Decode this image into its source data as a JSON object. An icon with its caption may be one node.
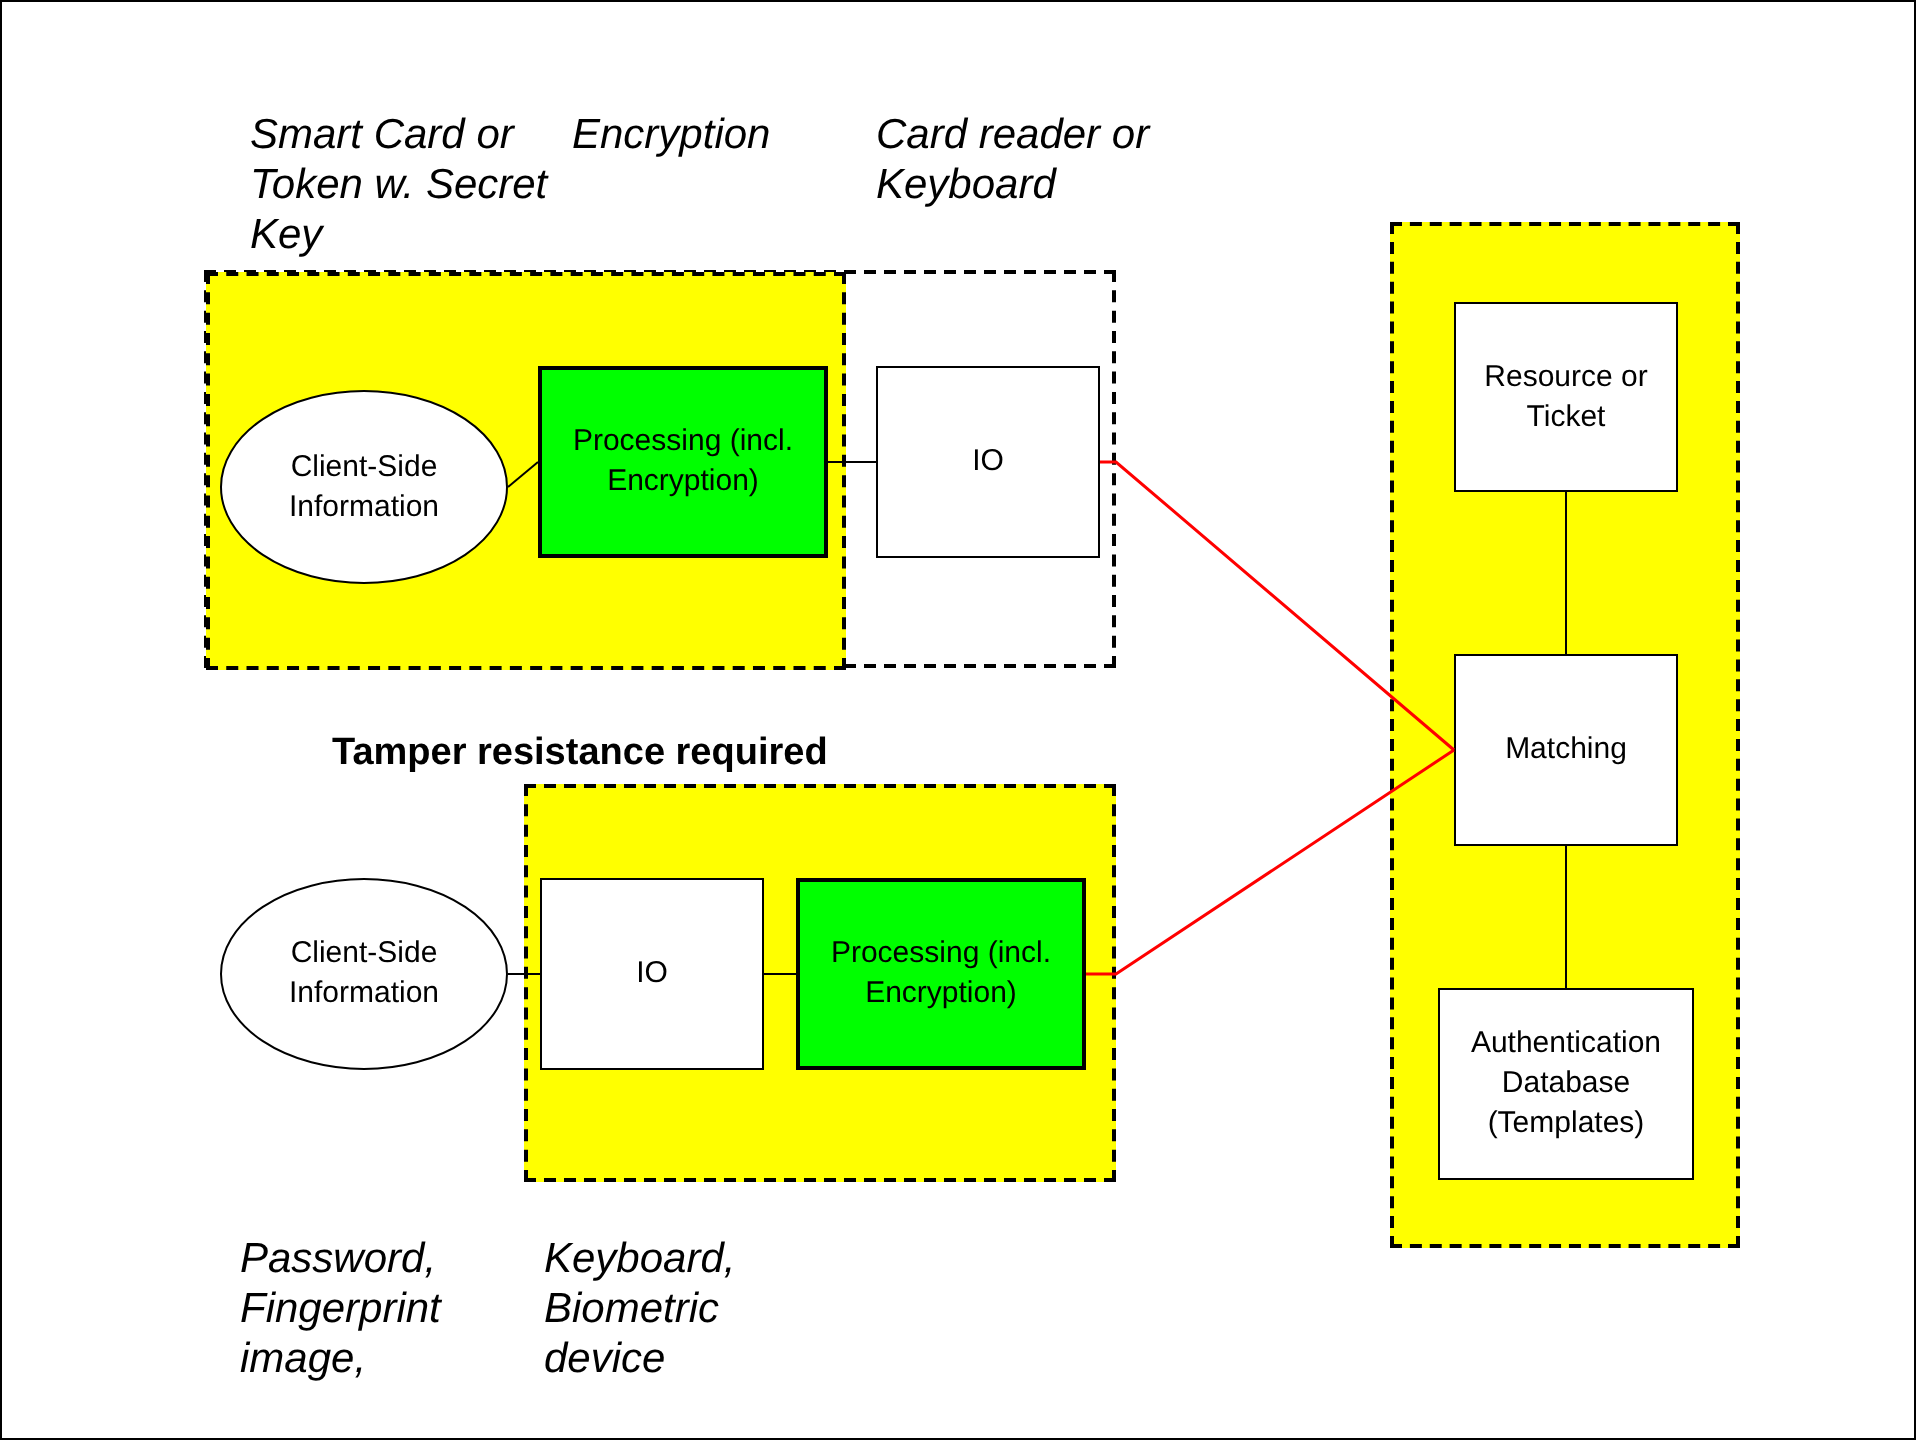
{
  "diagram": {
    "nodes": [
      {
        "text": [],
        "shape": "box"
      },
      {
        "text": [],
        "shape": "box",
        "in": 0
      },
      {
        "text": [
          "Client-Side Information"
        ],
        "in": 1
      },
      {
        "text": [
          "Processing (incl. Encryption)"
        ],
        "in": 1
      },
      {
        "text": [
          "IO"
        ],
        "in": 0
      },
      {
        "text": [
          "Client-Side Information"
        ]
      },
      {
        "text": [
          "Tamper resistance required"
        ]
      },
      {
        "text": [
          "IO"
        ],
        "in": 6
      },
      {
        "text": [
          "Processing (incl. Encryption)"
        ],
        "in": 6
      },
      {
        "text": [],
        "shape": "box"
      },
      {
        "text": [
          "Resource or Ticket"
        ],
        "in": 9
      },
      {
        "text": [
          "Matching"
        ],
        "in": 9
      },
      {
        "text": [
          "Authentication Database (Templates)"
        ],
        "in": 9
      }
    ],
    "edges": [
      {
        "from": 2,
        "to": 3,
        "arrow": "none"
      },
      {
        "from": 3,
        "to": 4,
        "arrow": "none"
      },
      {
        "from": 4,
        "to": 11,
        "arrow": "none",
        "color": "#ff0000"
      },
      {
        "from": 5,
        "to": 7,
        "arrow": "none"
      },
      {
        "from": 7,
        "to": 8,
        "arrow": "none"
      },
      {
        "from": 8,
        "to": 11,
        "arrow": "none",
        "color": "#ff0000"
      },
      {
        "from": 10,
        "to": 11,
        "arrow": "none"
      },
      {
        "from": 11,
        "to": 12,
        "arrow": "none"
      }
    ],
    "labels": [
      "Smart Card or Token w. Secret Key",
      "Encryption",
      "Card reader or Keyboard",
      "Password, Fingerprint image,",
      "Keyboard, Biometric device"
    ]
  }
}
